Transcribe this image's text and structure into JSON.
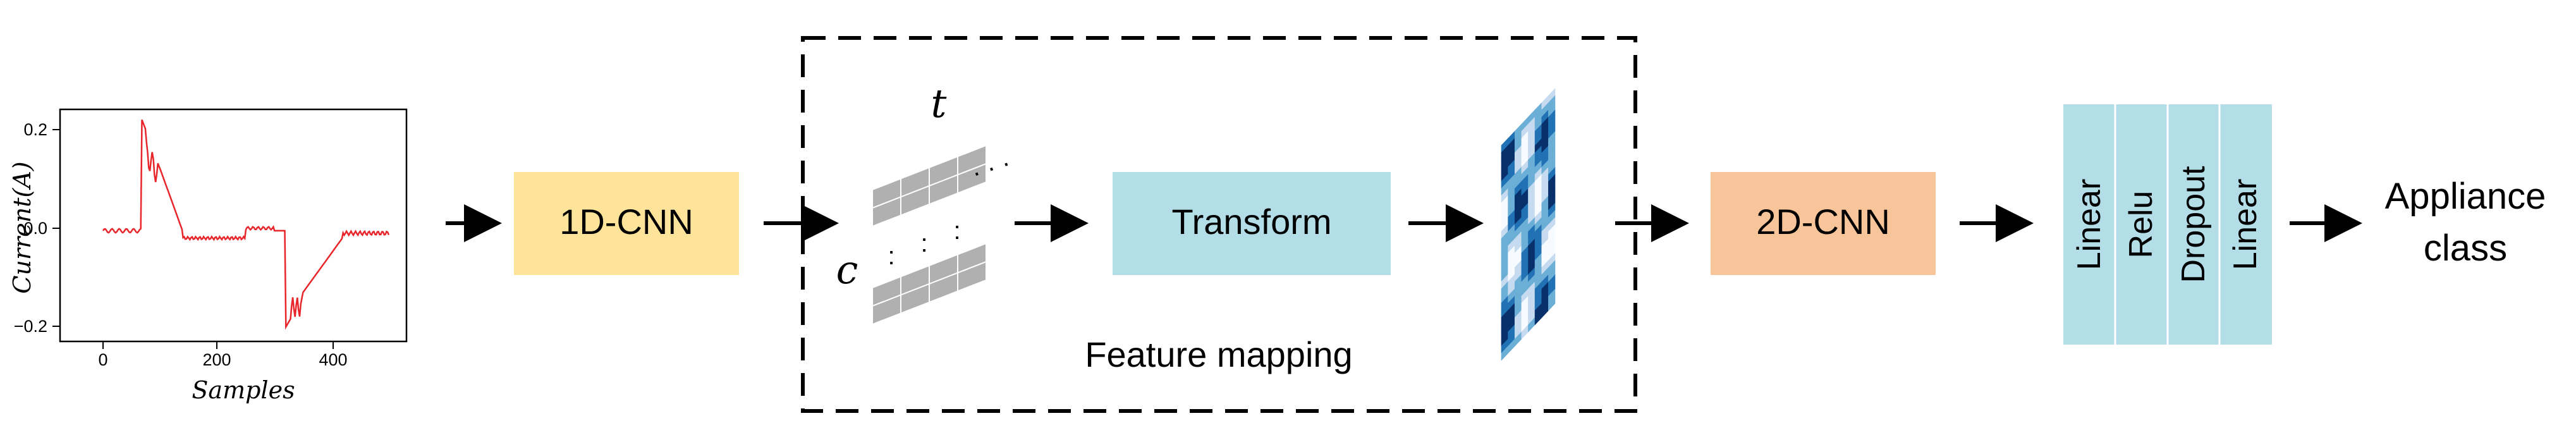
{
  "plot": {
    "ylabel": "Current(A)",
    "xlabel": "Samples",
    "yticks": [
      "0.2",
      "0.0",
      "−0.2"
    ],
    "xticks": [
      "0",
      "200",
      "400"
    ],
    "line_color": "#e8252a"
  },
  "blocks": {
    "cnn1d": {
      "label": "1D-CNN",
      "color": "#fde49a"
    },
    "transform": {
      "label": "Transform",
      "color": "#b3dde7"
    },
    "cnn2d": {
      "label": "2D-CNN",
      "color": "#f8c59b"
    },
    "classifier": {
      "color": "#b3dde7",
      "layers": [
        "Linear",
        "Relu",
        "Dropout",
        "Linear"
      ]
    }
  },
  "feature_mapping": {
    "label": "Feature mapping",
    "t_label": "t",
    "c_label": "c",
    "ellipsis_right": "· · ·",
    "ellipsis_down": ":",
    "grid_color": "#b0b0b0",
    "heatmap_colors": [
      "#f7fbff",
      "#c6dbef",
      "#6baed6",
      "#2171b5",
      "#08306b"
    ]
  },
  "output": {
    "line1": "Appliance",
    "line2": "class"
  },
  "arrow_icon": "right-arrow-icon"
}
